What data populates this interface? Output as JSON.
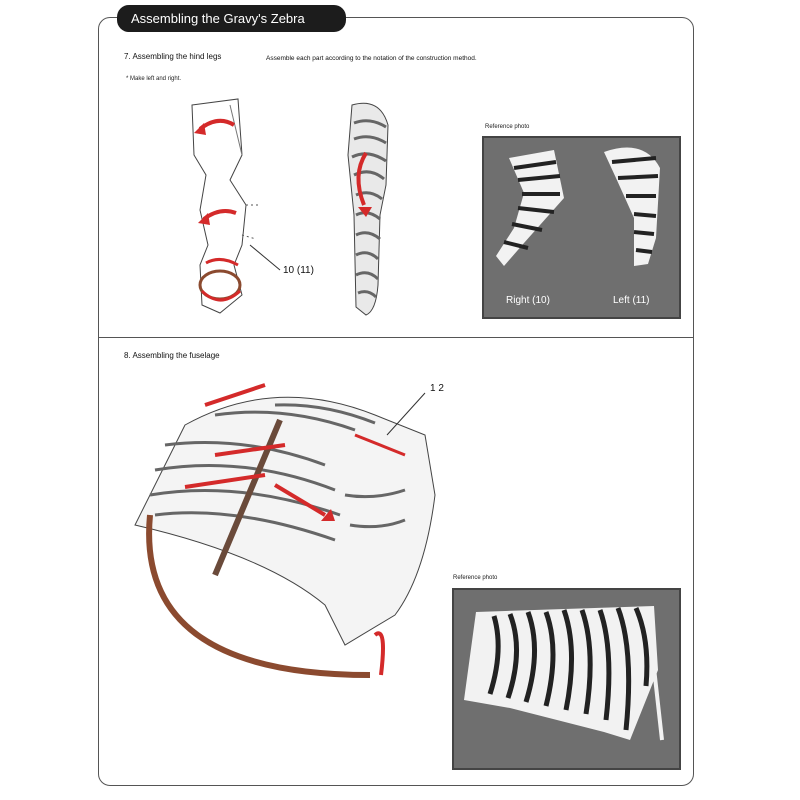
{
  "header": {
    "title": "Assembling the Gravy's Zebra"
  },
  "section7": {
    "heading": "7. Assembling the hind legs",
    "instruction": "Assemble each part according to the notation of the construction method.",
    "note": "* Make left and right.",
    "part_label": "10 (11)",
    "reference": {
      "label": "Reference photo",
      "captions": [
        "Right (10)",
        "Left (11)"
      ]
    }
  },
  "section8": {
    "heading": "8. Assembling the fuselage",
    "part_label": "1 2",
    "reference": {
      "label": "Reference photo"
    }
  },
  "colors": {
    "arrow_red": "#d42a2a",
    "arrow_brown": "#8b4a2f",
    "stripe": "#666666",
    "frame": "#555555"
  }
}
